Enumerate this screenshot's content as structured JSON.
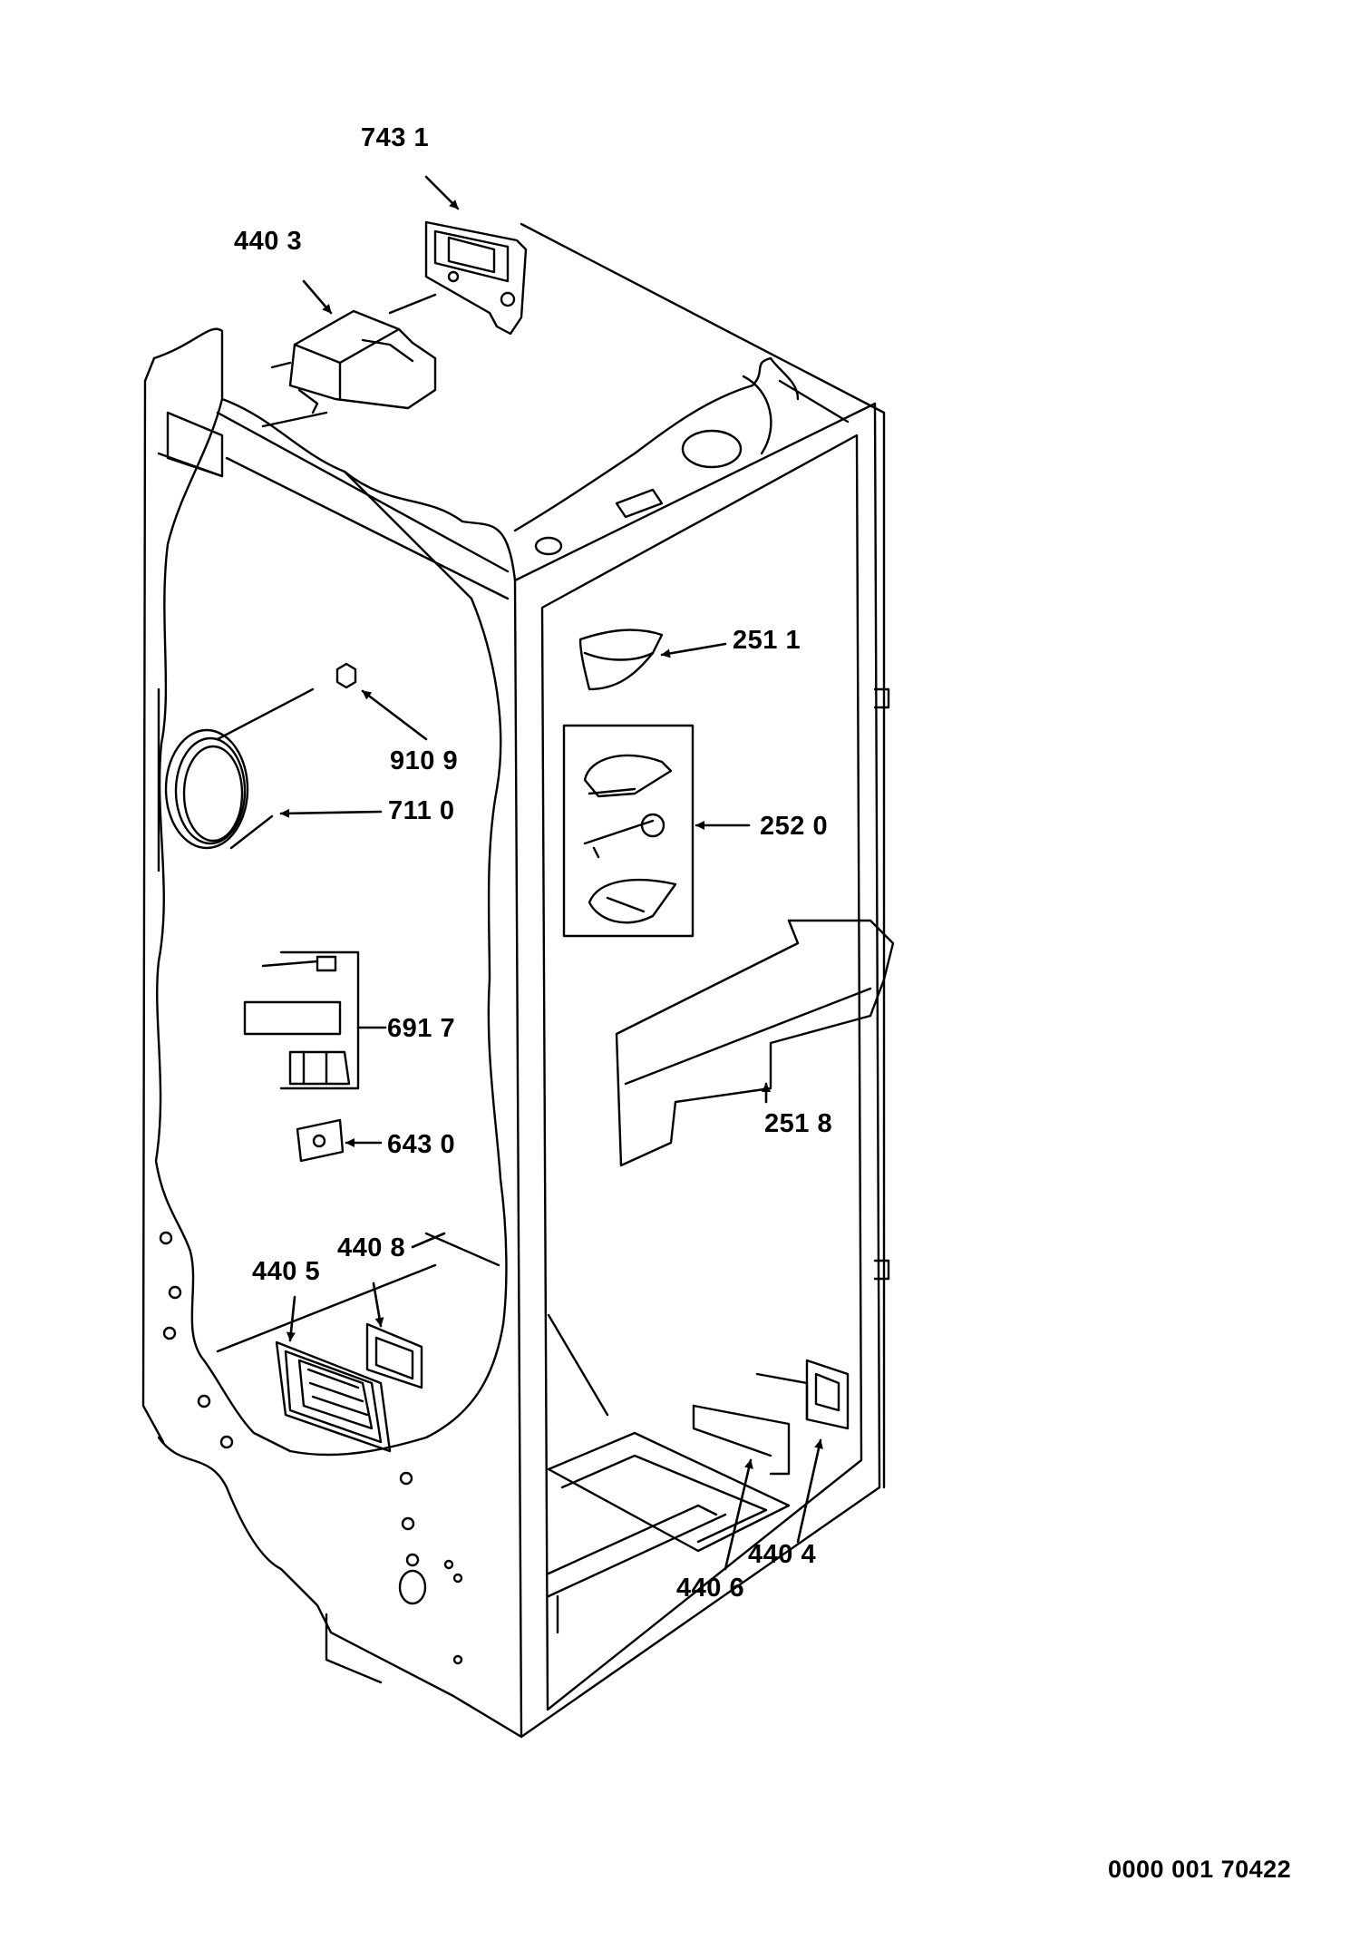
{
  "parts": [
    {
      "id": "p7431",
      "label": "743 1"
    },
    {
      "id": "p4403",
      "label": "440 3"
    },
    {
      "id": "p2511",
      "label": "251 1"
    },
    {
      "id": "p9109",
      "label": "910 9"
    },
    {
      "id": "p7110",
      "label": "711 0"
    },
    {
      "id": "p2520",
      "label": "252 0"
    },
    {
      "id": "p6917",
      "label": "691 7"
    },
    {
      "id": "p2518",
      "label": "251 8"
    },
    {
      "id": "p6430",
      "label": "643 0"
    },
    {
      "id": "p4408",
      "label": "440 8"
    },
    {
      "id": "p4405",
      "label": "440 5"
    },
    {
      "id": "p4404",
      "label": "440 4"
    },
    {
      "id": "p4406",
      "label": "440 6"
    }
  ],
  "drawing_ref": "0000 001 70422"
}
